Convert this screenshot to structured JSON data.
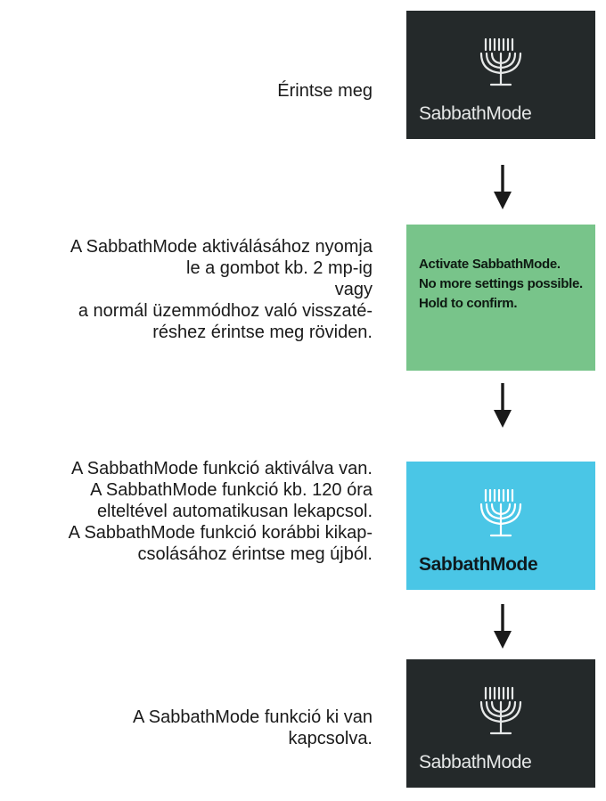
{
  "steps": [
    {
      "text_lines": [
        "Érintse meg"
      ],
      "tile": {
        "style": "dark",
        "label": "SabbathMode",
        "icon": "menorah-icon"
      }
    },
    {
      "text_lines": [
        "A SabbathMode aktiválásához nyomja",
        "le a gombot kb. 2 mp-ig",
        "vagy",
        "a normál üzemmódhoz való visszaté-",
        "réshez érintse meg röviden."
      ],
      "tile": {
        "style": "green",
        "message_lines": [
          "Activate SabbathMode.",
          "No more settings possible.",
          "Hold to confirm."
        ]
      }
    },
    {
      "text_lines": [
        "A SabbathMode funkció aktiválva van.",
        "A SabbathMode funkció kb. 120 óra",
        "elteltével automatikusan lekapcsol.",
        "A SabbathMode funkció korábbi kikap-",
        "csolásához érintse meg újból."
      ],
      "tile": {
        "style": "blue",
        "label": "SabbathMode",
        "icon": "menorah-icon"
      }
    },
    {
      "text_lines": [
        "A SabbathMode funkció ki van",
        "kapcsolva."
      ],
      "tile": {
        "style": "dark",
        "label": "SabbathMode",
        "icon": "menorah-icon"
      }
    }
  ],
  "colors": {
    "dark_tile": "#24292a",
    "green_tile": "#78c48a",
    "blue_tile": "#4ac6e6",
    "arrow": "#1a1a1a"
  }
}
